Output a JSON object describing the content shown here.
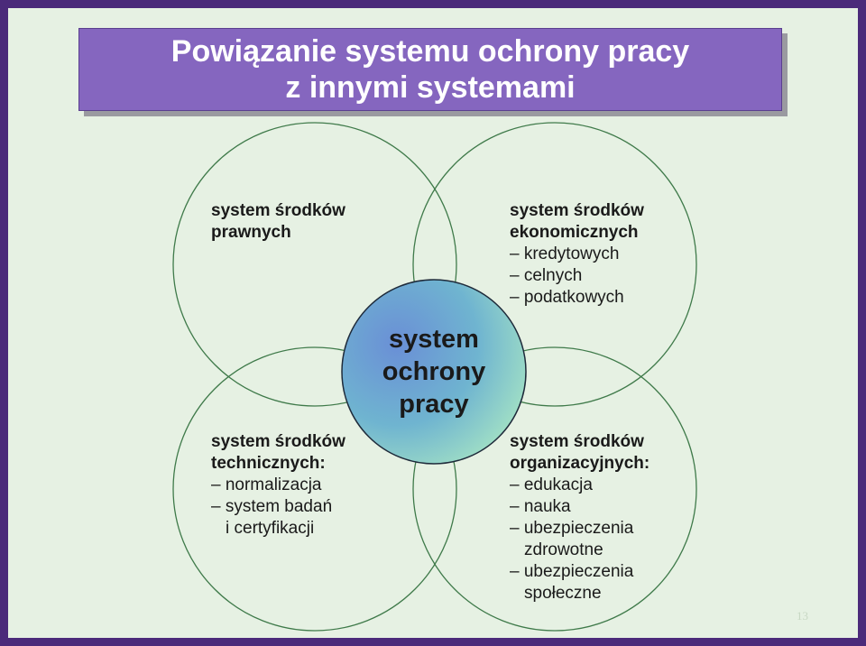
{
  "title": {
    "line1": "Powiązanie systemu ochrony pracy",
    "line2": "z innymi systemami"
  },
  "center": {
    "line1": "system",
    "line2": "ochrony",
    "line3": "pracy"
  },
  "top_left": {
    "head1": "system środków",
    "head2": "prawnych"
  },
  "top_right": {
    "head1": "system środków",
    "head2": "ekonomicznych",
    "items": [
      "– kredytowych",
      "– celnych",
      "– podatkowych"
    ]
  },
  "bottom_left": {
    "head1": "system środków",
    "head2": "technicznych:",
    "items": [
      "– normalizacja",
      "– system badań",
      "i certyfikacji"
    ]
  },
  "bottom_right": {
    "head1": "system środków",
    "head2": "organizacyjnych:",
    "items": [
      "– edukacja",
      "– nauka",
      "– ubezpieczenia",
      "zdrowotne",
      "– ubezpieczenia",
      "społeczne"
    ]
  },
  "page_number": "13",
  "colors": {
    "frame": "#4b2a7a",
    "background": "#e6f1e3",
    "title_fill": "#8566bf",
    "circle_stroke": "#3f7a4a",
    "center_dark": "#4f7fc8",
    "center_light": "#9fe0c8"
  }
}
